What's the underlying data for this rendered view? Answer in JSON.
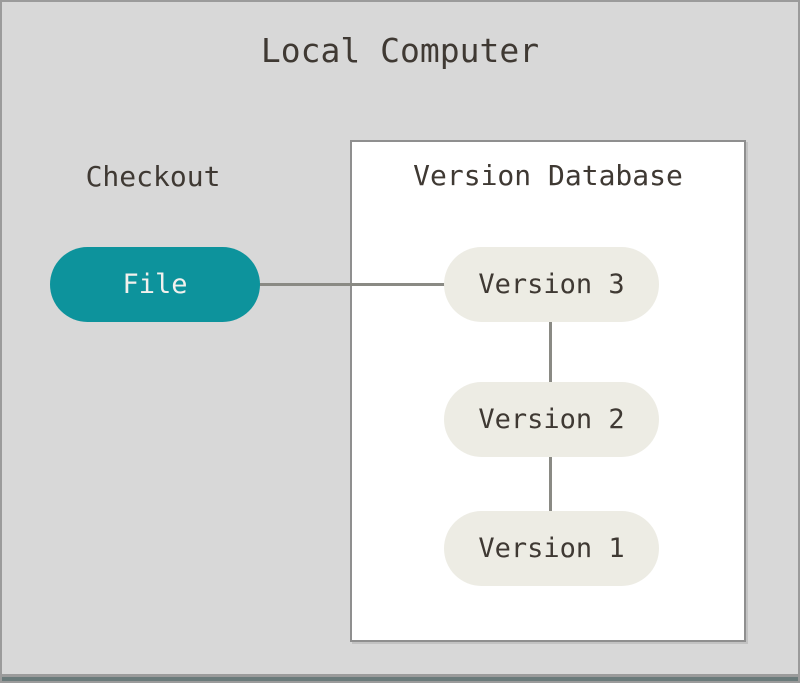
{
  "diagram": {
    "title": "Local Computer",
    "checkout": {
      "label": "Checkout",
      "node": "File"
    },
    "version_database": {
      "title": "Version Database",
      "versions": [
        "Version 3",
        "Version 2",
        "Version 1"
      ]
    },
    "colors": {
      "background": "#d8d8d8",
      "frame_border": "#9b9b9b",
      "bottom_strip": "#6b7b7b",
      "text": "#3f3933",
      "box_fill": "#ffffff",
      "box_border": "#8f8f8f",
      "connector": "#8a8a84",
      "file_node_fill": "#0d939c",
      "file_node_text": "#f2f0ed",
      "version_node_fill": "#edece4"
    }
  }
}
